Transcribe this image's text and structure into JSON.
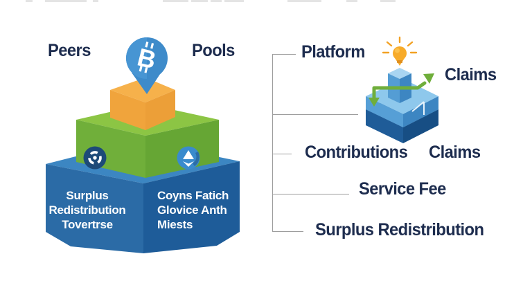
{
  "title_row": {
    "peers": "Peers",
    "pools": "Pools"
  },
  "pyramid": {
    "left_face_lines": [
      "Surplus",
      "Redistribution",
      "Tovertrse"
    ],
    "right_face_lines": [
      "Coyns Fatich",
      "Glovice Anth",
      "Miests"
    ]
  },
  "right_panel": {
    "platform": "Platform",
    "claims_top": "Claims",
    "contributions": "Contributions",
    "claims_mid": "Claims",
    "service_fee": "Service Fee",
    "surplus_redistribution": "Surplus Redistribution"
  },
  "icons": {
    "pin": "bitcoin-location-pin",
    "left_badge": "shutter-ring-icon",
    "right_badge": "up-arrow-badge-icon",
    "platform_icon": "stacked-blocks-with-lightbulb-and-growth-arrow"
  },
  "colors": {
    "text_navy": "#1d2c4e",
    "connector_gray": "#9d9d9d",
    "orange_top": "#f6b14b",
    "orange_left": "#f0a43c",
    "orange_right": "#ec9f38",
    "green_top": "#8cc544",
    "green_left": "#70af3a",
    "green_right": "#66a634",
    "blue_top": "#3c86c2",
    "blue_left": "#2b6ba6",
    "blue_right": "#1e5c99",
    "pin_blue": "#3e8bca",
    "badge_navy": "#1d4a78",
    "badge_blue": "#3a8bcd",
    "bulb_orange": "#f5a828",
    "arrow_green": "#6fae3b",
    "slab_text_white": "#ffffff"
  }
}
